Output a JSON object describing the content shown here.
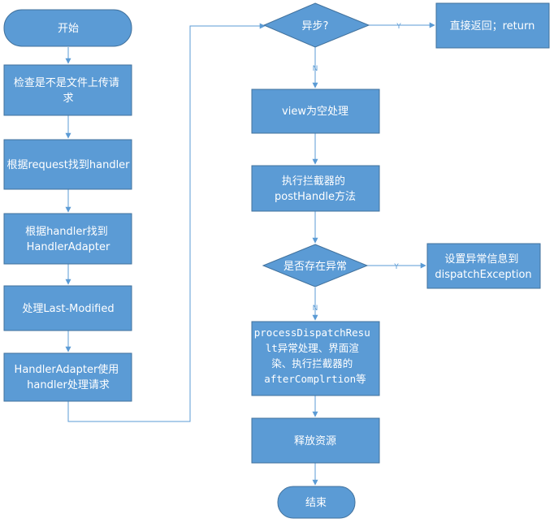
{
  "nodes": {
    "start": "开始",
    "check_upload": [
      "检查是不是文件上传请",
      "求"
    ],
    "get_handler": "根据request找到handler",
    "get_adapter": [
      "根据handler找到",
      "HandlerAdapter"
    ],
    "last_modified": "处理Last-Modified",
    "adapter_handle": [
      "HandlerAdapter使用",
      "handler处理请求"
    ],
    "is_async": "异步?",
    "direct_return": "直接返回；return",
    "view_null": "view为空处理",
    "post_handle": [
      "执行拦截器的",
      "postHandle方法"
    ],
    "has_exception": "是否存在异常",
    "set_exception": [
      "设置异常信息到",
      "dispatchException"
    ],
    "process_result": [
      "processDispatchResu",
      "lt异常处理、界面渲",
      "染、执行拦截器的",
      "afterComplrtion等"
    ],
    "release": "释放资源",
    "end": "结束"
  },
  "edge_labels": {
    "async_yes": "Y",
    "async_no": "N",
    "exception_yes": "Y",
    "exception_no": "N"
  }
}
